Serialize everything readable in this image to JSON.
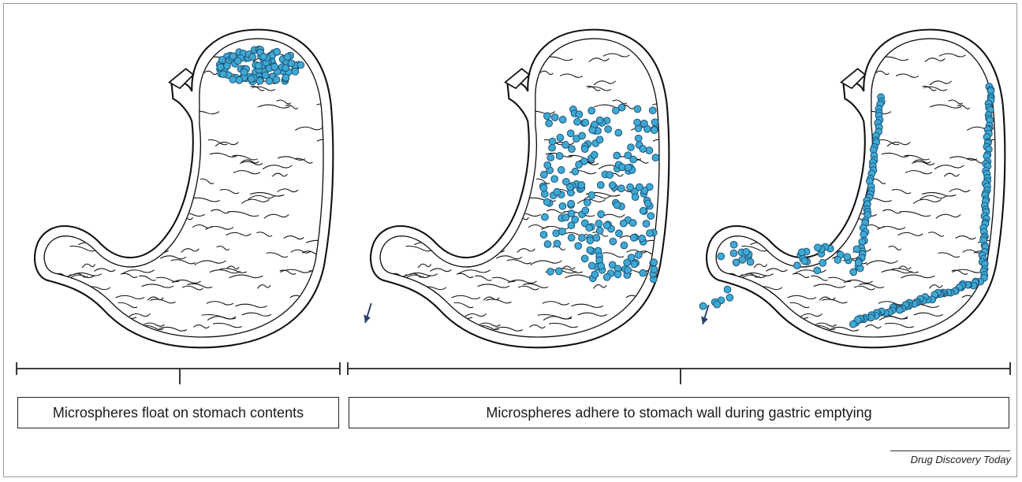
{
  "captions": {
    "float": "Microspheres float on stomach contents",
    "adhere": "Microspheres adhere to stomach wall during gastric emptying"
  },
  "journal": "Drug Discovery Today",
  "colors": {
    "microsphere_fill": "#3fa9d4",
    "microsphere_stroke": "#1b4f72",
    "arrow": "#2a3f6b",
    "stomach_line": "#111111"
  },
  "stages": [
    {
      "name": "floating",
      "microsphere_distribution": "clustered at fundus"
    },
    {
      "name": "adhering",
      "microsphere_distribution": "scattered on greater curvature wall",
      "emptying_arrow": true
    },
    {
      "name": "emptying",
      "microsphere_distribution": "lining stomach walls, exiting through pylorus",
      "emptying_arrow": true
    }
  ]
}
